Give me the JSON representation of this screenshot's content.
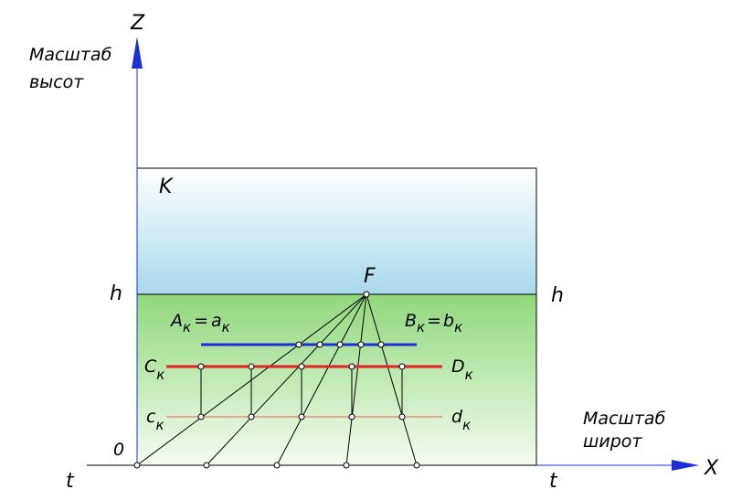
{
  "axes": {
    "z_label": "Z",
    "x_label": "X",
    "heights_scale": [
      "Масштаб",
      "высот"
    ],
    "widths_scale": [
      "Масштаб",
      "широт"
    ],
    "origin_label": "0",
    "t_left": "t",
    "t_right": "t",
    "h_left": "h",
    "h_right": "h"
  },
  "picture": {
    "plane_label": "K",
    "focus_label": "F",
    "line_ab": {
      "left_main": "A",
      "left_sub": "к",
      "left_eq": "=",
      "left2_main": "a",
      "left2_sub": "к",
      "right_main": "B",
      "right_sub": "к",
      "right_eq": "=",
      "right2_main": "b",
      "right2_sub": "к"
    },
    "line_cd": {
      "left_main": "C",
      "left_sub": "к",
      "right_main": "D",
      "right_sub": "к"
    },
    "line_cd_lower": {
      "left_main": "c",
      "left_sub": "к",
      "right_main": "d",
      "right_sub": "к"
    }
  },
  "colors": {
    "axis": "#1a2fd6",
    "sky_top": "#ffffff",
    "sky_bottom": "#a8d8ea",
    "ground_top": "#8fd87a",
    "ground_bottom": "#f6fbf2",
    "blue_line": "#1f2fd8",
    "red_line": "#e32222",
    "thin_red": "#e85a5a",
    "frame": "#000000"
  }
}
